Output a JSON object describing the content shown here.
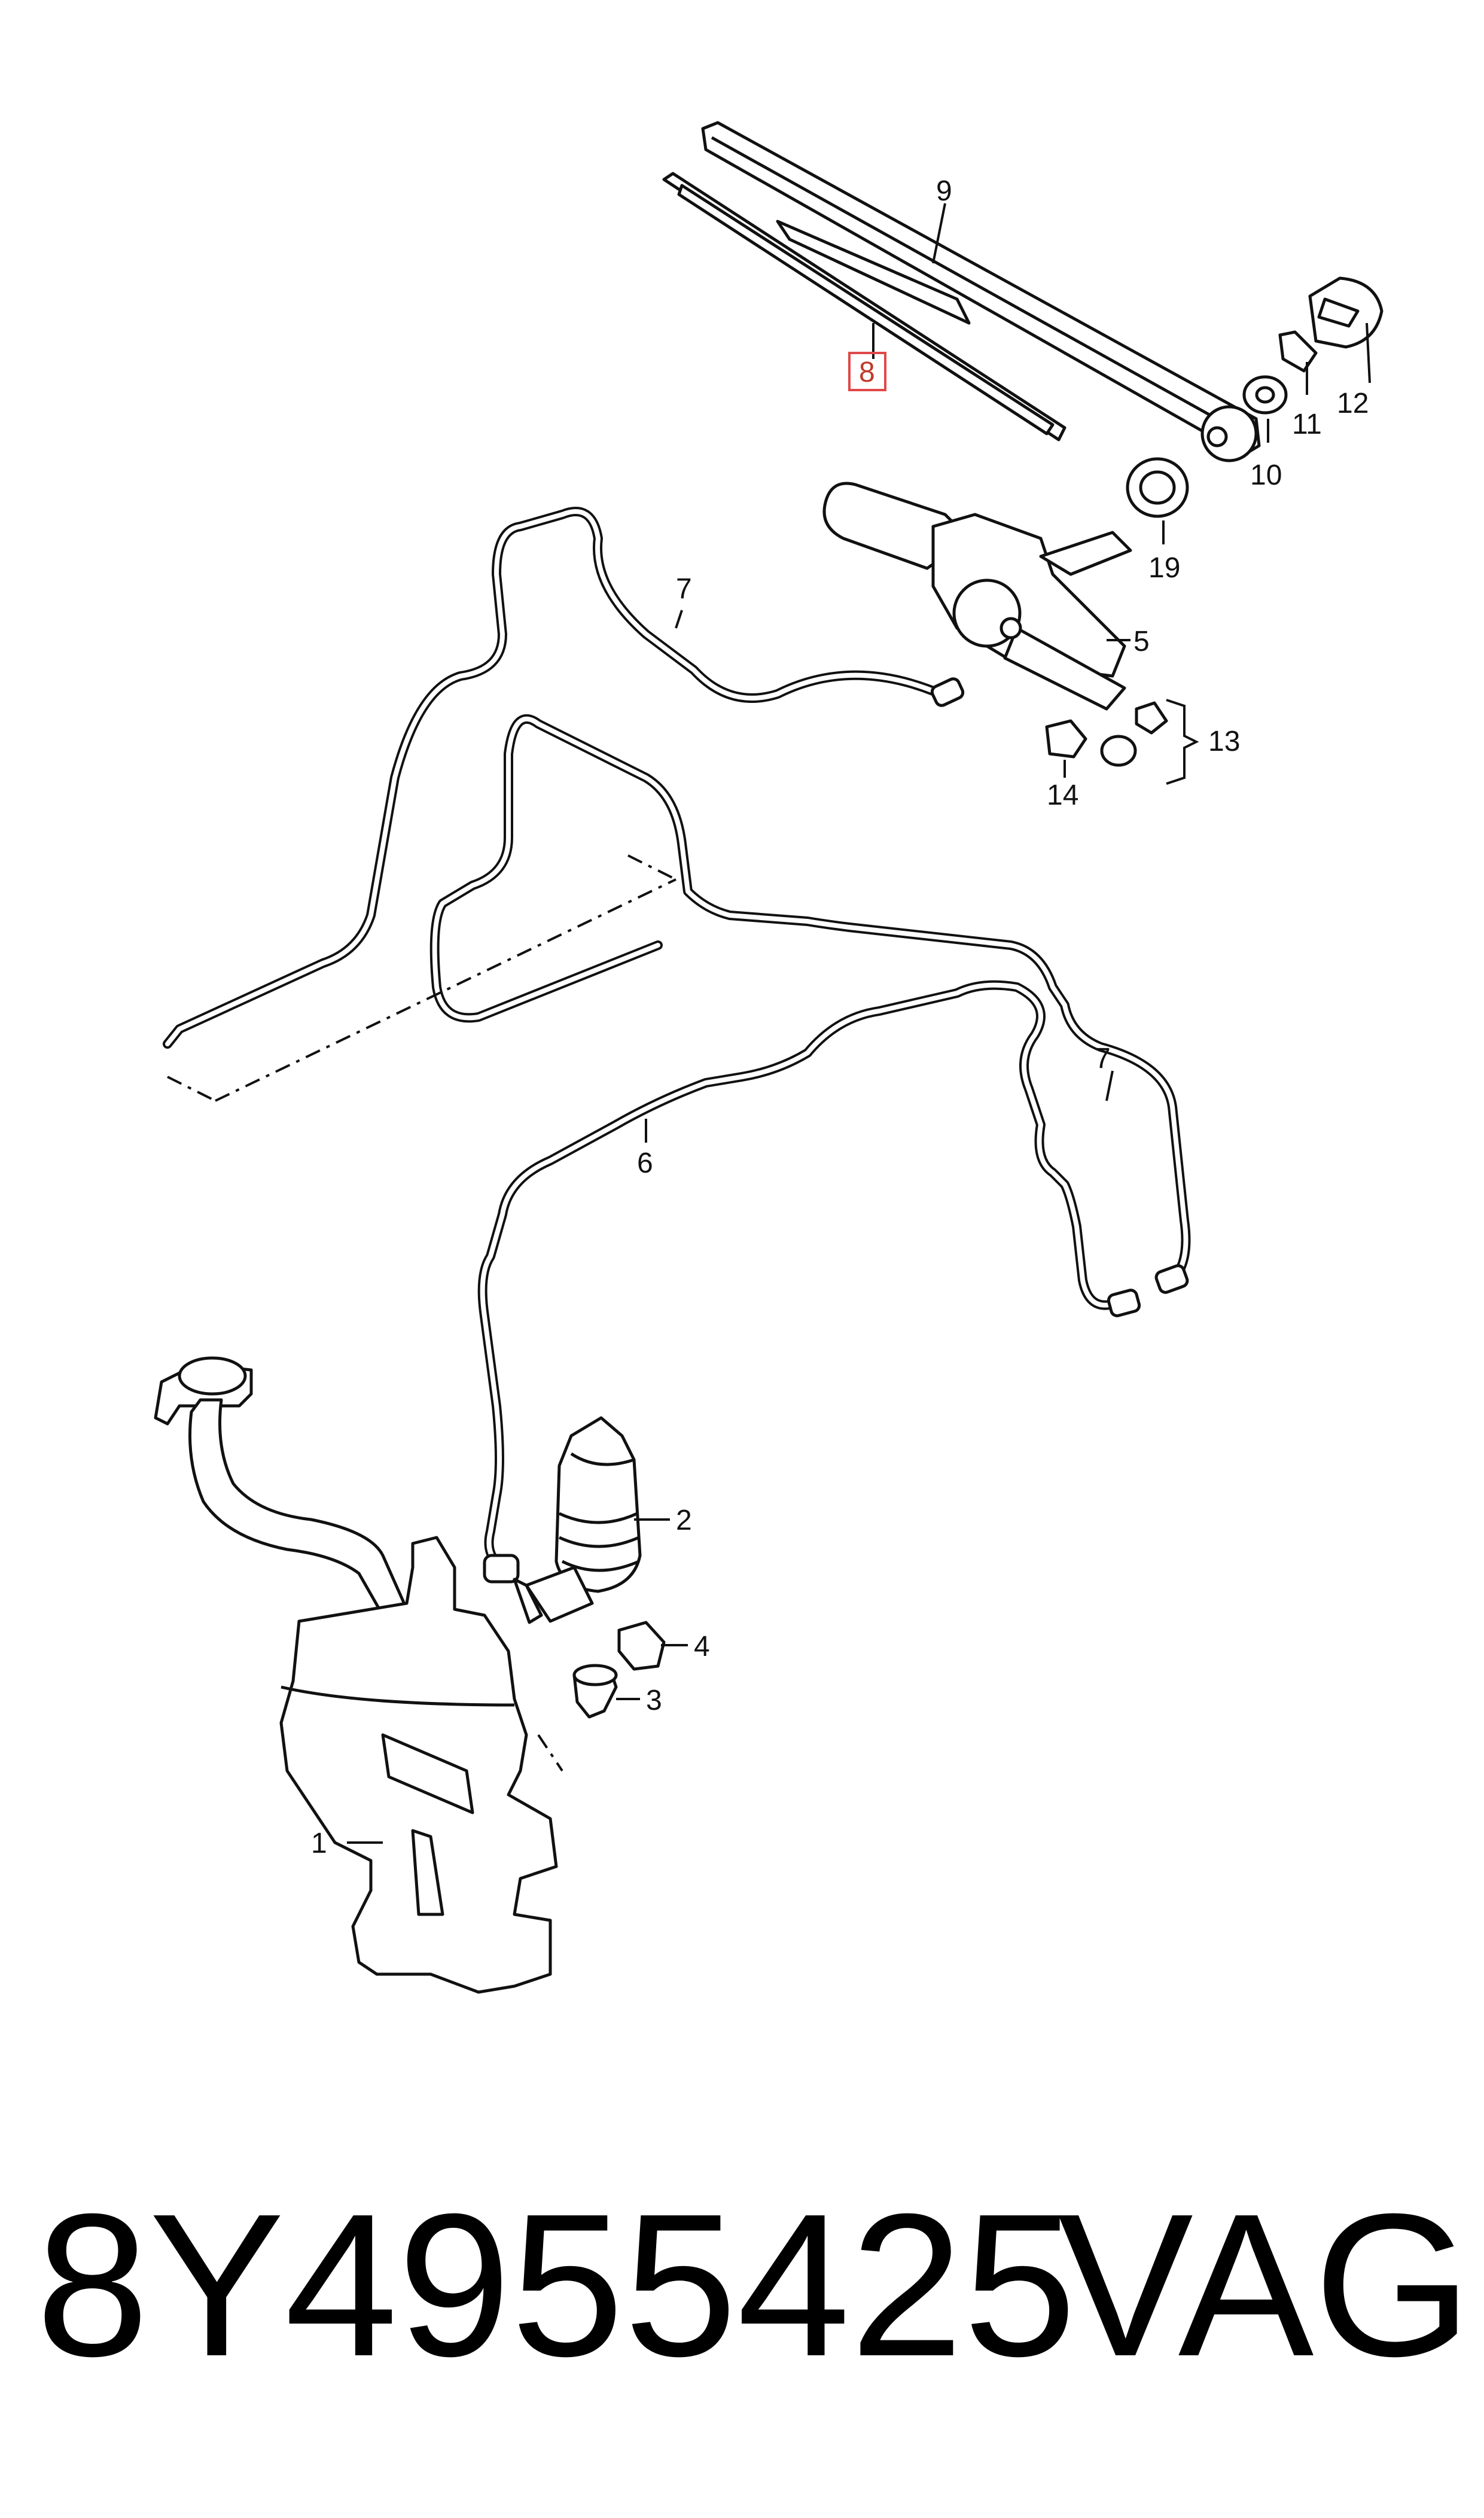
{
  "diagram": {
    "callouts": [
      {
        "id": "c9",
        "label": "9"
      },
      {
        "id": "c8",
        "label": "8",
        "highlighted": true
      },
      {
        "id": "c12",
        "label": "12"
      },
      {
        "id": "c11",
        "label": "11"
      },
      {
        "id": "c10",
        "label": "10"
      },
      {
        "id": "c19",
        "label": "19"
      },
      {
        "id": "c7a",
        "label": "7"
      },
      {
        "id": "c5",
        "label": "5"
      },
      {
        "id": "c13",
        "label": "13"
      },
      {
        "id": "c14",
        "label": "14"
      },
      {
        "id": "c7b",
        "label": "7"
      },
      {
        "id": "c6",
        "label": "6"
      },
      {
        "id": "c2",
        "label": "2"
      },
      {
        "id": "c4",
        "label": "4"
      },
      {
        "id": "c3",
        "label": "3"
      },
      {
        "id": "c1",
        "label": "1"
      }
    ],
    "highlight_color": "#e04848"
  },
  "footer": {
    "part_number": "8Y4955425",
    "brand": "VAG"
  }
}
